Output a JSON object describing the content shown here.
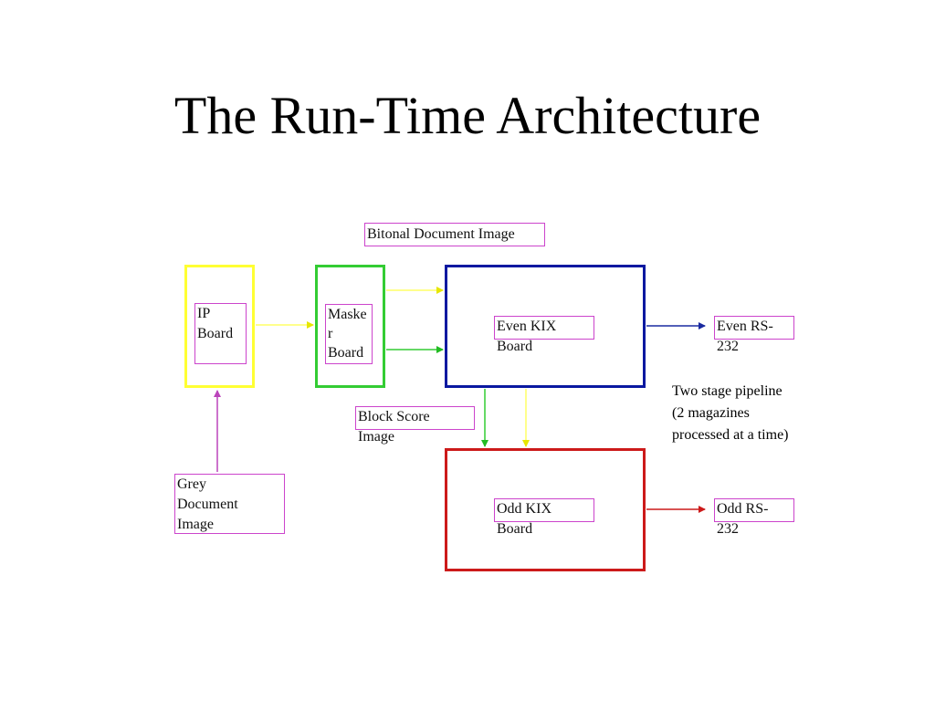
{
  "title": "The Run-Time Architecture",
  "blocks": {
    "ip_board": [
      "IP",
      "Board"
    ],
    "masker_board": [
      "Maske",
      "r",
      "Board"
    ],
    "even_kix": [
      "Even KIX",
      "Board"
    ],
    "odd_kix": [
      "Odd KIX",
      "Board"
    ],
    "even_rs": [
      "Even RS-",
      "232"
    ],
    "odd_rs": [
      "Odd RS-",
      "232"
    ],
    "bitonal": "Bitonal Document Image",
    "block_score": [
      "Block Score",
      "Image"
    ],
    "grey_doc": [
      "Grey",
      "Document",
      "Image"
    ]
  },
  "note": [
    "Two stage pipeline",
    "(2 magazines",
    "processed at a time)"
  ],
  "colors": {
    "ip_border": "#ffff33",
    "masker_border": "#33cc33",
    "even_border": "#0a18a0",
    "odd_border": "#cc1a1a",
    "label_border": "#cc44cc"
  }
}
